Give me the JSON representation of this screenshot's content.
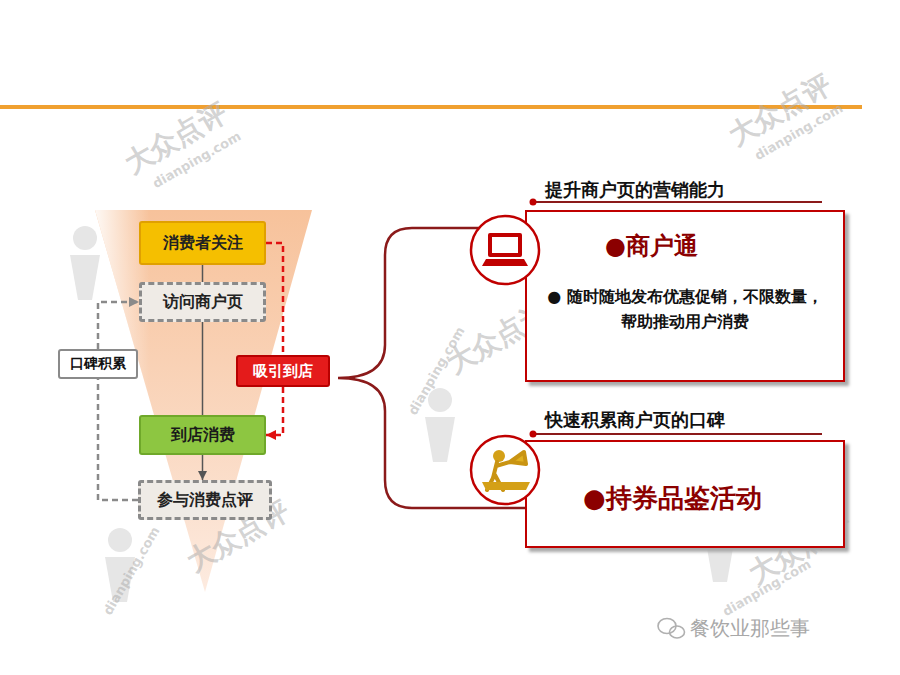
{
  "diagram": {
    "nodes": [
      {
        "text": [
          "消费者关注"
        ]
      },
      {
        "text": [
          "访问商户页"
        ]
      },
      {
        "text": [
          "到店消费"
        ]
      },
      {
        "text": [
          "参与消费点评"
        ]
      },
      {
        "text": [
          "口碑积累"
        ]
      },
      {
        "text": [
          "吸引到店"
        ]
      },
      {
        "text": [
          "提升商户页的营销能力",
          "●商户通",
          "● 随时随地发布优惠促销，不限数量，帮助推动用户消费"
        ]
      },
      {
        "text": [
          "快速积累商户页的口碑",
          "●持券品鉴活动"
        ]
      }
    ],
    "edges": [
      {
        "from": 0,
        "to": 1,
        "arrow": "none"
      },
      {
        "from": 1,
        "to": 2,
        "arrow": "none"
      },
      {
        "from": 2,
        "to": 3,
        "arrow": "to"
      },
      {
        "from": 0,
        "to": 5,
        "arrow": "none"
      },
      {
        "from": 5,
        "to": 2,
        "arrow": "to"
      },
      {
        "from": 3,
        "to": 4,
        "arrow": "none"
      },
      {
        "from": 4,
        "to": 1,
        "arrow": "to"
      }
    ],
    "labels": [
      "大众点评",
      "dianping.com",
      "大众点评",
      "dianping.com",
      "大众点评",
      "dianping.com",
      "大众点评",
      "dianping.com",
      "大众点评",
      "dianping.com",
      "餐饮业那些事"
    ]
  }
}
